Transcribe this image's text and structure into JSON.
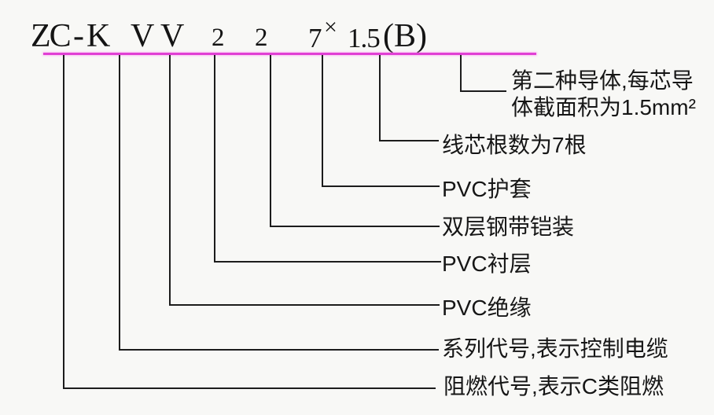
{
  "model_code": {
    "segments": [
      "ZC",
      "-",
      "K",
      "V",
      "V",
      "2",
      "2",
      "7",
      "×",
      "1.5",
      "(B)"
    ]
  },
  "colors": {
    "underline": "#e03fd4",
    "connector_line": "#1c1c1c",
    "text": "#161616",
    "background": "#f8f8f6"
  },
  "labels": [
    {
      "name": "second-conductor",
      "lines": [
        "第二种导体,每芯导",
        "体截面积为1.5mm²"
      ]
    },
    {
      "name": "core-count",
      "text": "线芯根数为7根"
    },
    {
      "name": "pvc-sheath",
      "text": "PVC护套"
    },
    {
      "name": "steel-tape-armor",
      "text": "双层钢带铠装"
    },
    {
      "name": "pvc-inner-lining",
      "text": "PVC衬层"
    },
    {
      "name": "pvc-insulation",
      "text": "PVC绝缘"
    },
    {
      "name": "series-code",
      "text": "系列代号,表示控制电缆"
    },
    {
      "name": "flame-retardant-code",
      "text": "阻燃代号,表示C类阻燃"
    }
  ]
}
